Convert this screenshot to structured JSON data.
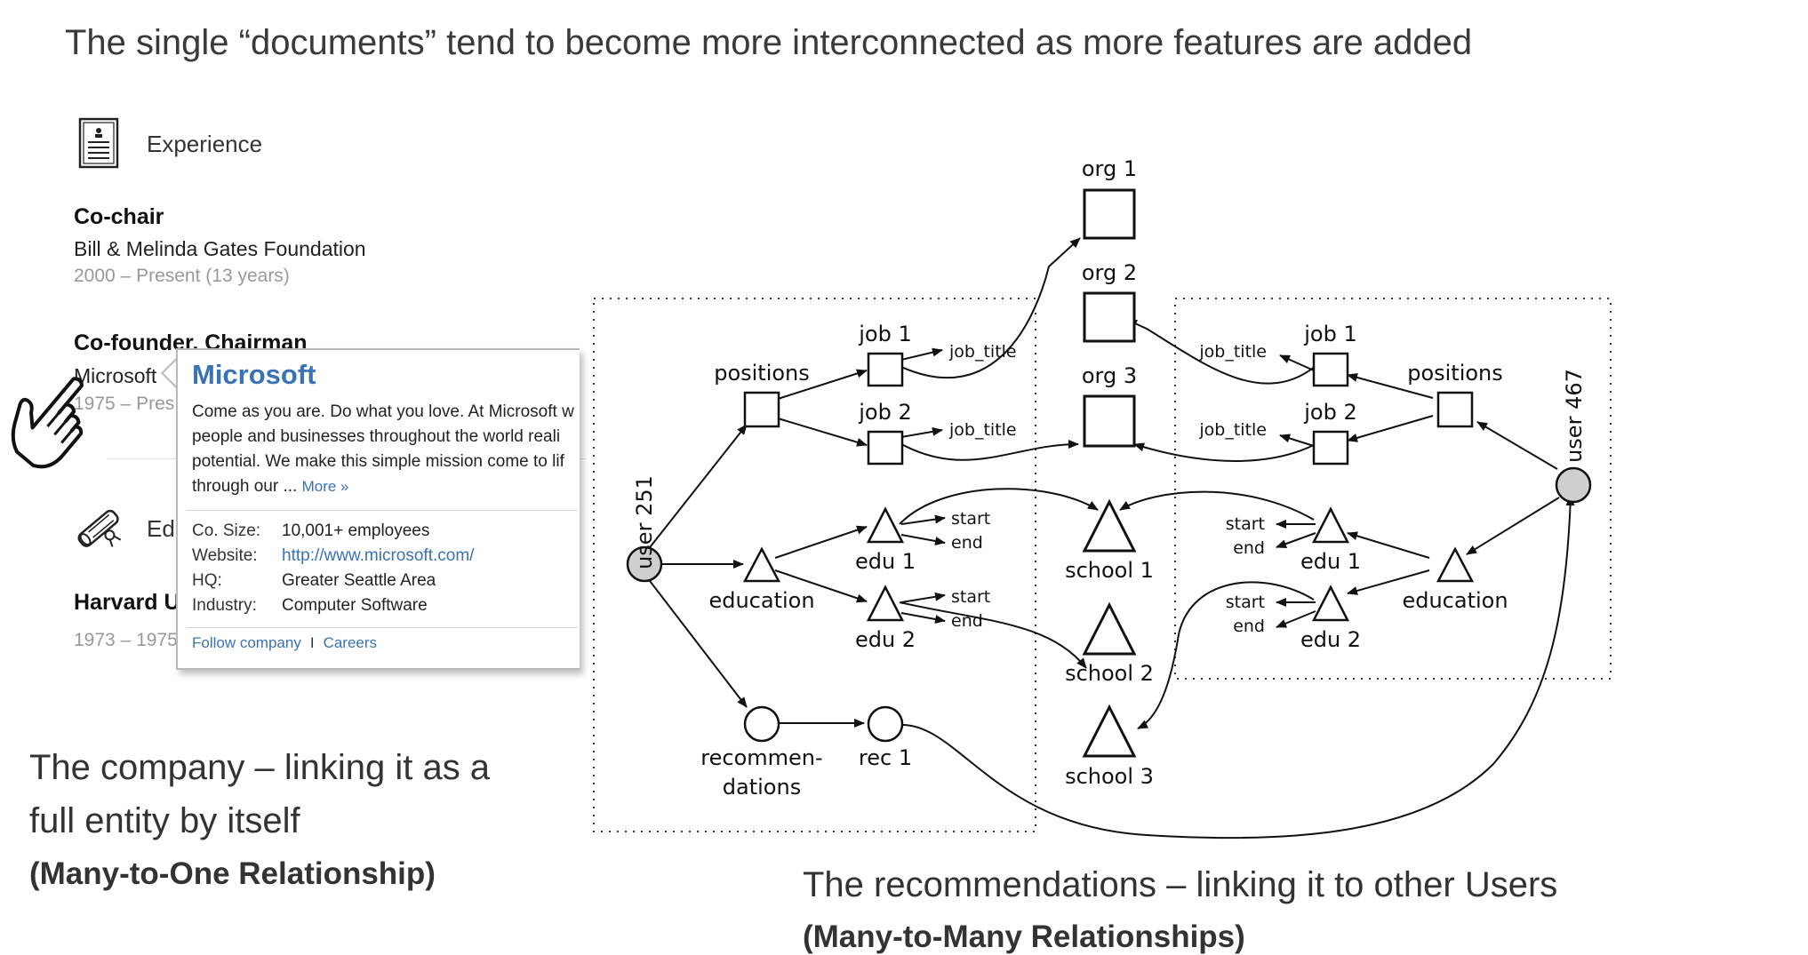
{
  "slide": {
    "title": "The single “documents” tend to become more interconnected as more features are added"
  },
  "profile": {
    "experience_heading": "Experience",
    "entries": [
      {
        "role": "Co-chair",
        "org": "Bill & Melinda Gates Foundation",
        "dates": "2000 – Present (13 years)"
      },
      {
        "role": "Co-founder, Chairman",
        "org": "Microsoft",
        "dates": "1975 – Pres"
      }
    ],
    "education_heading": "Ed",
    "education_entry": {
      "school": "Harvard U",
      "dates": "1973 – 1975"
    }
  },
  "popup": {
    "title": "Microsoft",
    "description": [
      "Come as you are. Do what you love. At Microsoft w",
      "people and businesses throughout the world reali",
      "potential. We make this simple mission come to lif",
      "through our ... "
    ],
    "more_link": "More »",
    "facts": [
      {
        "key": "Co. Size:",
        "value": "10,001+ employees"
      },
      {
        "key": "Website:",
        "value": "http://www.microsoft.com/"
      },
      {
        "key": "HQ:",
        "value": "Greater Seattle Area"
      },
      {
        "key": "Industry:",
        "value": "Computer Software"
      }
    ],
    "links": {
      "follow": "Follow company",
      "separator": "I",
      "careers": "Careers"
    }
  },
  "captions": {
    "left_line1": "The company – linking it as a",
    "left_line2": "full entity by itself",
    "left_bold": "(Many-to-One Relationship)",
    "right_line1": "The recommendations – linking it to other Users",
    "right_bold": "(Many-to-Many Relationships)"
  },
  "diagram": {
    "user_a": "user 251",
    "user_b": "user 467",
    "positions": "positions",
    "education": "education",
    "recommendations_l1": "recommen-",
    "recommendations_l2": "dations",
    "rec1": "rec 1",
    "job1": "job 1",
    "job2": "job 2",
    "job_title": "job_title",
    "edu1": "edu 1",
    "edu2": "edu 2",
    "start": "start",
    "end": "end",
    "org1": "org 1",
    "org2": "org 2",
    "org3": "org 3",
    "school1": "school 1",
    "school2": "school 2",
    "school3": "school 3"
  }
}
